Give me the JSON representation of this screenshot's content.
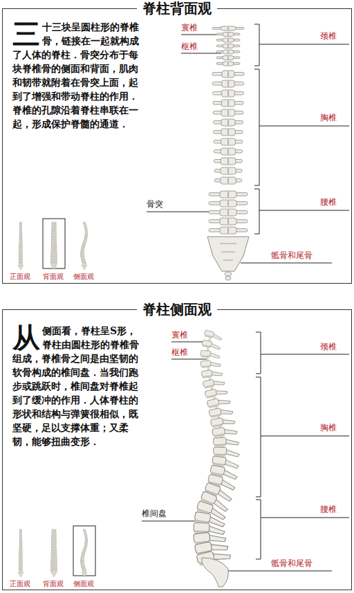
{
  "diagram": {
    "nodes": [
      {
        "text": [
          "脊柱背面观",
          "三",
          "十三块呈圆柱形的脊椎骨，链接在一起就构成了人体的脊柱．骨突分布于每块脊椎骨的侧面和背面，肌肉和韧带就附着在骨突上面，起到了增强和带动脊柱的作用．脊椎的孔隙沿着脊柱串联在一起，形成保护脊髓的通道．"
        ]
      },
      {
        "text": [
          "脊柱侧面观",
          "从",
          "侧面看，脊柱呈S形，脊柱由圆柱形的脊椎骨组成，脊椎骨之间是由坚韧的软骨构成的椎间盘．当我们跑步或跳跃时，椎间盘对脊椎起到了缓冲的作用．人体脊柱的形状和结构与弹簧很相似，既坚硬，足以支撑体重；又柔韧，能够扭曲变形．"
        ]
      }
    ],
    "labels": [
      "寰椎",
      "枢椎",
      "颈椎",
      "胸椎",
      "腰椎",
      "骨突",
      "骶骨和尾骨",
      "正面观",
      "背面观",
      "侧面观",
      "寰椎",
      "枢椎",
      "颈椎",
      "胸椎",
      "腰椎",
      "椎间盘",
      "骶骨和尾骨",
      "正面观",
      "背面观",
      "侧面观"
    ]
  }
}
